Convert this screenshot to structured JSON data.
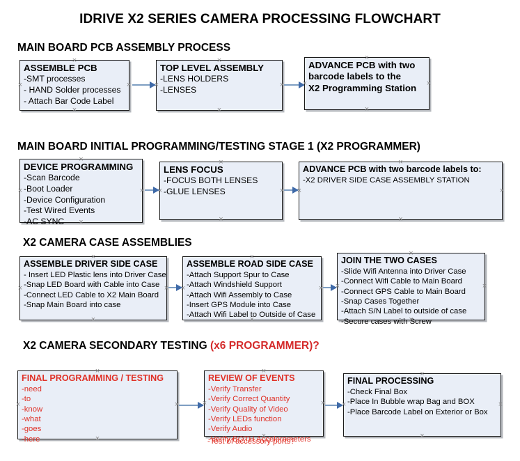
{
  "document": {
    "title": "IDRIVE X2  SERIES CAMERA PROCESSING FLOWCHART"
  },
  "theme": {
    "box_fill": "#e9eef7",
    "box_border": "#1a1a1a",
    "arrow_color": "#7e9ec2",
    "arrow_head_color": "#3f6aa8",
    "text_color": "#000000",
    "accent_red": "#e03127"
  },
  "sections": [
    {
      "id": "main-board-pcb-assembly",
      "header": "MAIN BOARD PCB ASSEMBLY PROCESS",
      "header_accent": "",
      "boxes": [
        {
          "id": "assemble-pcb",
          "title": "ASSEMBLE PCB",
          "lines": [
            "-SMT processes",
            "- HAND Solder processes",
            "- Attach Bar Code Label"
          ],
          "color": "black"
        },
        {
          "id": "top-level-assembly",
          "title": "TOP LEVEL ASSEMBLY",
          "lines": [
            "-LENS HOLDERS",
            "-LENSES"
          ],
          "color": "black"
        },
        {
          "id": "advance-pcb-programming-station",
          "title": "ADVANCE PCB with two",
          "lines": [
            "barcode labels to the",
            " X2 Programming Station"
          ],
          "color": "black"
        }
      ]
    },
    {
      "id": "main-board-initial-programming",
      "header": "MAIN BOARD INITIAL PROGRAMMING/TESTING STAGE 1 (X2 PROGRAMMER)",
      "header_accent": "",
      "boxes": [
        {
          "id": "device-programming",
          "title": "DEVICE PROGRAMMING",
          "lines": [
            "-Scan Barcode",
            "-Boot Loader",
            "-Device Configuration",
            "-Test Wired Events",
            "-AC SYNC"
          ],
          "color": "black"
        },
        {
          "id": "lens-focus",
          "title": "LENS FOCUS",
          "lines": [
            "-FOCUS BOTH LENSES",
            "-GLUE LENSES"
          ],
          "color": "black"
        },
        {
          "id": "advance-pcb-driver-side-station",
          "title": "ADVANCE PCB with two barcode labels to:",
          "lines": [
            "-X2 DRIVER  SIDE  CASE  ASSEMBLY STATION"
          ],
          "color": "black"
        }
      ]
    },
    {
      "id": "x2-camera-case-assemblies",
      "header": "X2 CAMERA CASE ASSEMBLIES",
      "header_accent": "",
      "boxes": [
        {
          "id": "assemble-driver-side-case",
          "title": "ASSEMBLE DRIVER SIDE CASE",
          "lines": [
            "- Insert LED Plastic lens into Driver Case",
            "-Snap LED Board with Cable into Case",
            "-Connect LED Cable to X2 Main Board",
            "-Snap Main Board into case"
          ],
          "color": "black"
        },
        {
          "id": "assemble-road-side-case",
          "title": "ASSEMBLE ROAD SIDE CASE",
          "lines": [
            "-Attach Support Spur to Case",
            "-Attach Windshield Support",
            "-Attach Wifi Assembly to Case",
            "-Insert GPS Module into Case",
            "-Attach Wifi Label to Outside of Case"
          ],
          "color": "black"
        },
        {
          "id": "join-the-two-cases",
          "title": "JOIN THE TWO CASES",
          "lines": [
            "-Slide Wifi Antenna into Driver Case",
            "-Connect Wifi Cable to Main Board",
            "-Connect GPS Cable to Main Board",
            "-Snap Cases Together",
            "-Attach S/N Label to outside of case",
            "-Secure cases with Screw"
          ],
          "color": "black"
        }
      ]
    },
    {
      "id": "x2-camera-secondary-testing",
      "header": "X2 CAMERA SECONDARY TESTING ",
      "header_accent": "(x6 PROGRAMMER)?",
      "boxes": [
        {
          "id": "final-programming-testing",
          "title": "FINAL PROGRAMMING / TESTING",
          "lines": [
            "-need",
            "-to",
            "-know",
            "-what",
            "-goes",
            "-here"
          ],
          "color": "red"
        },
        {
          "id": "review-of-events",
          "title": "REVIEW OF EVENTS",
          "lines": [
            "-Verify Transfer",
            "-Verify Correct Quantity",
            "-Verify Quality of Video",
            "-Verify LEDs function",
            "-Verify Audio",
            "-Verify BOTH Accelerometers"
          ],
          "overflow_line": "-Test of accessory ports?",
          "color": "red"
        },
        {
          "id": "final-processing",
          "title": "FINAL PROCESSING",
          "lines": [
            " -Check Final Box",
            "-Place In Bubble wrap Bag and BOX",
            "-Place Barcode Label on Exterior or Box"
          ],
          "color": "black"
        }
      ]
    }
  ]
}
